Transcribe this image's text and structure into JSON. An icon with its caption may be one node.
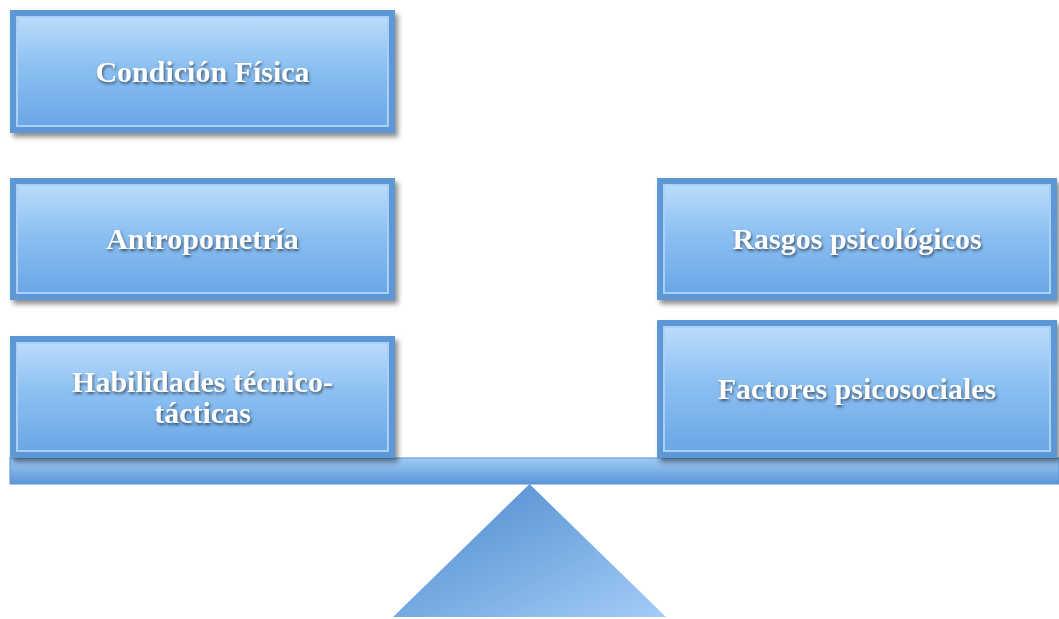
{
  "diagram": {
    "nodes": [
      {
        "text": [
          "Condición Física"
        ]
      },
      {
        "text": [
          "Antropometría"
        ]
      },
      {
        "text": [
          "Rasgos psicológicos"
        ]
      },
      {
        "text": [
          "Habilidades técnico-tácticas"
        ]
      },
      {
        "text": [
          "Factores psicosociales"
        ]
      },
      {
        "text": [],
        "shape": "bar"
      },
      {
        "text": [],
        "shape": "triangle"
      }
    ]
  }
}
